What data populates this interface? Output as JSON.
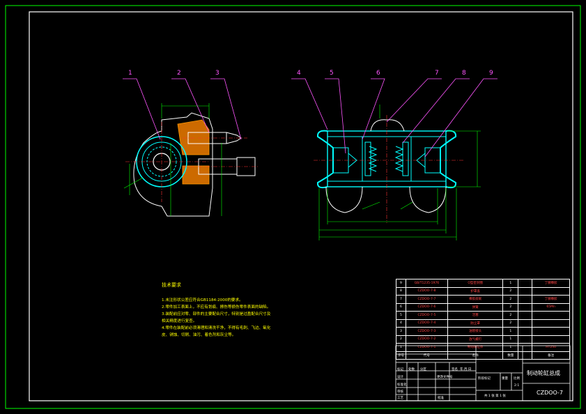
{
  "drawing": {
    "title": "制动轮缸总成",
    "drawing_number": "CZDOO-7",
    "scale": "2:1",
    "sheet_info": "共 1 张 第 1 张",
    "scale_label": "比例",
    "weight_label": "重量",
    "stage_label": "阶段标记"
  },
  "callouts": [
    "1",
    "2",
    "3",
    "4",
    "5",
    "6",
    "7",
    "8",
    "9"
  ],
  "tech_requirements": {
    "title": "技术要求",
    "lines": [
      "1.未注形状公差应符合GB1184-2000的要求。",
      "2.零件加工表面上，不应有划痕、擦伤等损伤零件表面的缺陷。",
      "3.装配前应对零、部件的主要配合尺寸，特别是过盈配合尺寸及",
      "  相关精度进行复查。",
      "4.零件在装配前必须清理和清洗干净，不得有毛刺、飞边、氧化",
      "  皮、锈蚀、切屑、油污、着色剂和灰尘等。"
    ]
  },
  "bom": {
    "rows": [
      {
        "no": "9",
        "code": "GB/T1235-1976",
        "name": "O型密封圈",
        "qty": "1",
        "note": "丁腈橡胶"
      },
      {
        "no": "8",
        "code": "CZDOO-7-8",
        "name": "护罩盖",
        "qty": "2",
        "note": ""
      },
      {
        "no": "7",
        "code": "CZDOO-7-7",
        "name": "橡胶皮碗",
        "qty": "2",
        "note": "丁腈橡胶"
      },
      {
        "no": "6",
        "code": "CZDOO-7-6",
        "name": "弹簧",
        "qty": "2",
        "note": "65Mn"
      },
      {
        "no": "5",
        "code": "CZDOO-7-5",
        "name": "活塞",
        "qty": "2",
        "note": ""
      },
      {
        "no": "4",
        "code": "CZDOO-7-4",
        "name": "防尘罩",
        "qty": "2",
        "note": ""
      },
      {
        "no": "3",
        "code": "CZDOO-7-3",
        "name": "油管接头",
        "qty": "1",
        "note": ""
      },
      {
        "no": "2",
        "code": "CZDOO-7-2",
        "name": "放气螺钉",
        "qty": "1",
        "note": ""
      },
      {
        "no": "1",
        "code": "CZDOO-7-1",
        "name": "制动轮缸体",
        "qty": "1",
        "note": "HT250"
      }
    ],
    "header": {
      "no": "序号",
      "code": "代号",
      "name": "名称",
      "qty": "数量",
      "note": "备注"
    }
  },
  "titleblock": {
    "labels": [
      "标记",
      "处数",
      "分区",
      "更改文件号",
      "签名",
      "年.月.日",
      "设计",
      "标准化",
      "审核",
      "工艺",
      "批准"
    ],
    "date_label": "年.月.日"
  },
  "colors": {
    "frame": "#ffffff",
    "geometry": "#00ffff",
    "dimension": "#00ff00",
    "leader": "#ff55ff",
    "notes": "#ffff00",
    "centerline": "#ff3333"
  }
}
